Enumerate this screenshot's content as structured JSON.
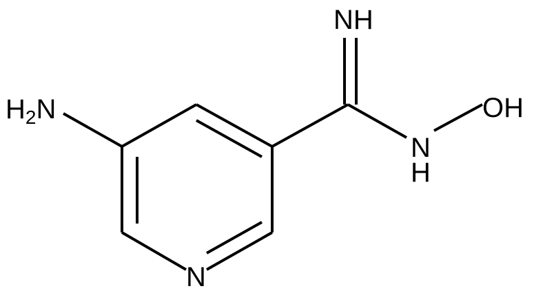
{
  "molecule": {
    "atoms": {
      "amino": {
        "text": "H",
        "subscript": "2",
        "suffix": "N"
      },
      "imine": {
        "text": "NH"
      },
      "hydroxyl": {
        "text": "OH"
      },
      "amide_n": {
        "text": "N"
      },
      "amide_h": {
        "text": "H"
      },
      "ring_n": {
        "text": "N"
      }
    },
    "colors": {
      "ink": "#000000",
      "background": "#ffffff"
    }
  }
}
